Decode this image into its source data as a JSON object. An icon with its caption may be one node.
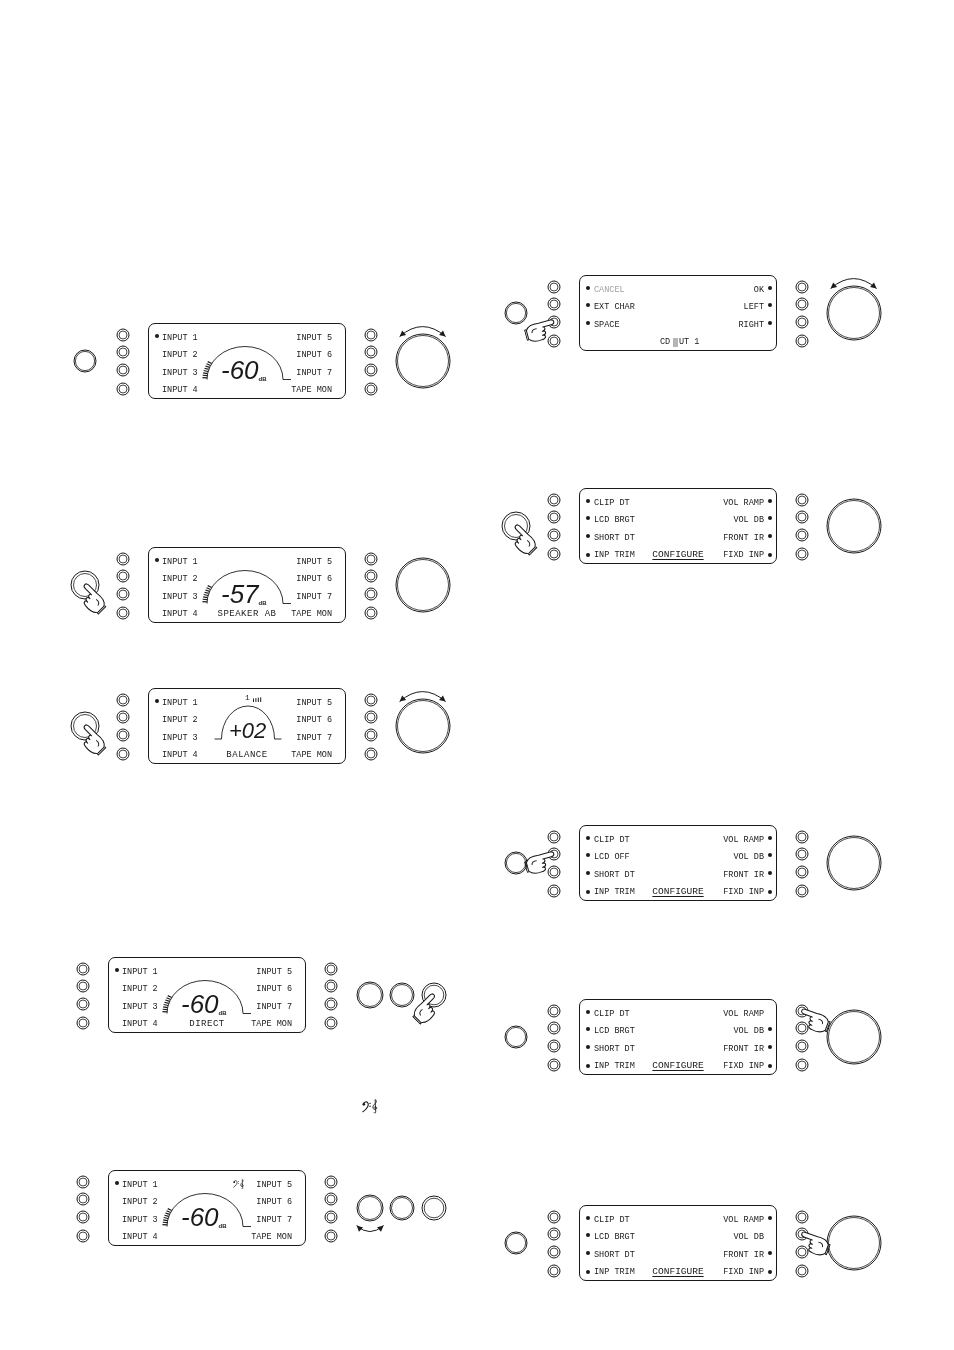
{
  "diagram": {
    "nodes": [
      {
        "text": [
          "INPUT 1",
          "INPUT 5",
          "INPUT 2",
          "INPUT 6",
          "INPUT 3",
          "-60$_{dB}$",
          "INPUT 7",
          "INPUT 4",
          "TAPE MON"
        ]
      },
      {
        "text": [
          "INPUT 1",
          "INPUT 5",
          "INPUT 2",
          "INPUT 6",
          "INPUT 3",
          "-57$_{dB}$",
          "INPUT 7",
          "INPUT 4",
          "SPEAKER AB",
          "TAPE MON"
        ]
      },
      {
        "text": [
          "INPUT 1",
          "1",
          "INPUT 5",
          "INPUT 2",
          "INPUT 6",
          "INPUT 3",
          "+02",
          "INPUT 7",
          "INPUT 4",
          "BALANCE",
          "TAPE MON"
        ]
      },
      {
        "text": [
          "INPUT 1",
          "INPUT 5",
          "INPUT 2",
          "INPUT 6",
          "INPUT 3",
          "-60$_{dB}$",
          "INPUT 7",
          "INPUT 4",
          "DIRECT",
          "TAPE MON"
        ]
      },
      {
        "text": [
          "INPUT 1",
          "INPUT 5",
          "INPUT 2",
          "INPUT 6",
          "INPUT 3",
          "-60$_{dB}$",
          "INPUT 7",
          "INPUT 4",
          "TAPE MON"
        ]
      },
      {
        "text": [
          "CANCEL",
          "OK",
          "EXT CHAR",
          "LEFT",
          "SPACE",
          "RIGHT",
          "CD",
          "UT 1"
        ]
      },
      {
        "text": [
          "CLIP DT",
          "VOL RAMP",
          "LCD BRGT",
          "VOL DB",
          "SHORT DT",
          "FRONT IR",
          "INP TRIM",
          "CONFIGURE",
          "FIXD INP"
        ]
      },
      {
        "text": [
          "CLIP DT",
          "VOL RAMP",
          "LCD OFF",
          "VOL DB",
          "SHORT DT",
          "FRONT IR",
          "INP TRIM",
          "CONFIGURE",
          "FIXD INP"
        ]
      },
      {
        "text": [
          "CLIP DT",
          "VOL RAMP",
          "LCD BRGT",
          "VOL DB",
          "SHORT DT",
          "FRONT IR",
          "INP TRIM",
          "CONFIGURE",
          "FIXD INP"
        ]
      },
      {
        "text": [
          "CLIP DT",
          "VOL RAMP",
          "LCD BRGT",
          "VOL DB",
          "SHORT DT",
          "FRONT IR",
          "INP TRIM",
          "CONFIGURE",
          "FIXD INP"
        ]
      }
    ]
  }
}
